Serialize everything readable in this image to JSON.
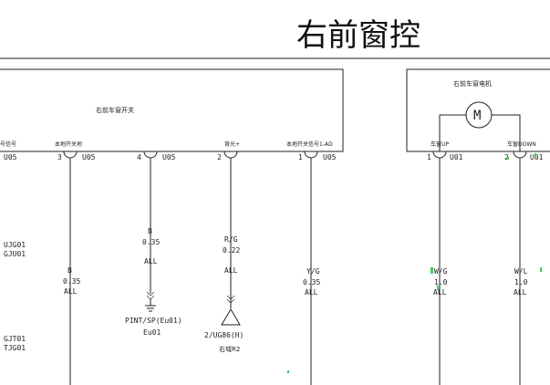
{
  "title": "右前窗控",
  "switch": {
    "name": "右前车窗开关",
    "left_partial_label": "号信号",
    "left_partial_code": "U05",
    "pins": [
      {
        "label": "本地开关地",
        "num": "3",
        "code": "U05",
        "wire_color": "B",
        "wire_size": "0.35",
        "wire_opt": "ALL"
      },
      {
        "label": "",
        "num": "4",
        "code": "U05",
        "wire_color": "B",
        "wire_size": "0.35",
        "wire_opt": "ALL"
      },
      {
        "label": "背光+",
        "num": "2",
        "code": "",
        "wire_color": "R/G",
        "wire_size": "0.22",
        "wire_opt": "ALL"
      },
      {
        "label": "本地开关信号1-AD",
        "num": "1",
        "code": "U05",
        "wire_color": "Y/G",
        "wire_size": "0.35",
        "wire_opt": "ALL"
      }
    ]
  },
  "motor": {
    "name": "右前车窗电机",
    "symbol": "M",
    "pins": [
      {
        "label": "车窗UP",
        "num": "1",
        "code": "U01",
        "wire_color": "W/G",
        "wire_size": "1.0",
        "wire_opt": "ALL"
      },
      {
        "label": "车窗DOWN",
        "num": "2",
        "code": "U01",
        "wire_color": "W/L",
        "wire_size": "1.0",
        "wire_opt": "ALL"
      }
    ]
  },
  "left_refs": {
    "top": [
      "UJG01",
      "GJU01"
    ],
    "bottom": [
      "GJT01",
      "TJG01"
    ]
  },
  "ground": {
    "line1": "PINT/SP(Eu01)",
    "line2": "Eu01"
  },
  "connector_ref": {
    "line1": "2/UG86(H)",
    "line2": "右域R2"
  },
  "colors": {
    "line": "#222222",
    "accent_green": "#3ccf5a"
  }
}
